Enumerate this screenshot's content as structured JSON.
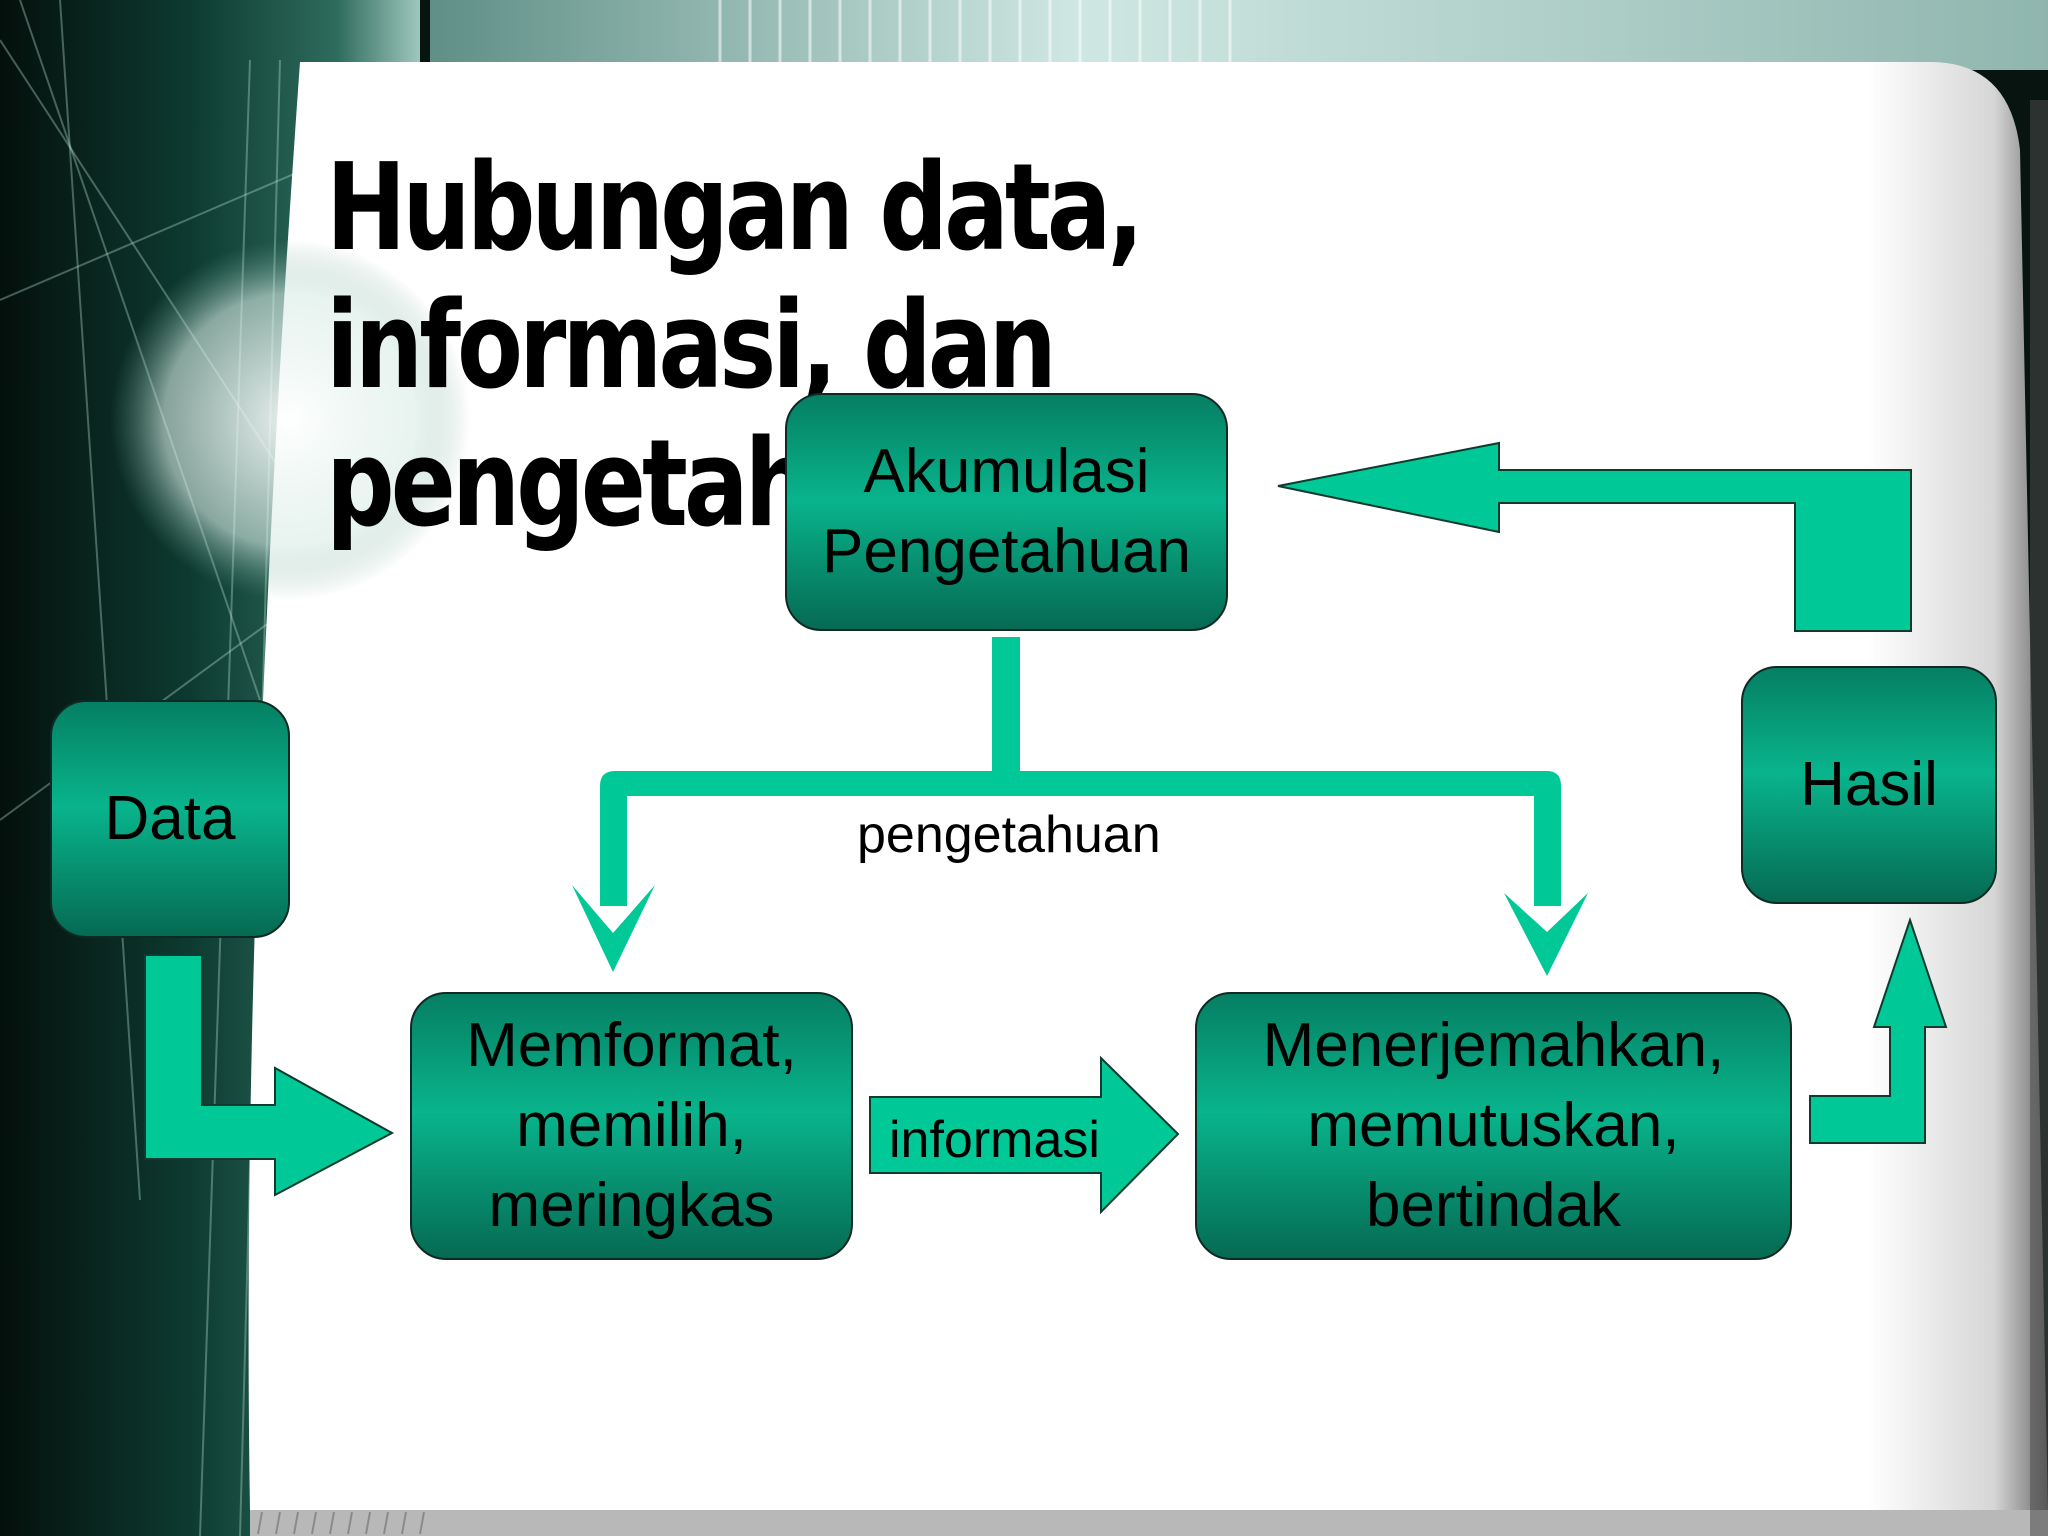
{
  "slide": {
    "title": "Hubungan data, informasi, dan pengetahuan"
  },
  "diagram": {
    "nodes": {
      "akumulasi": "Akumulasi\nPengetahuan",
      "data": "Data",
      "memformat": "Memformat,\nmemilih,\nmeringkas",
      "menerjemahkan": "Menerjemahkan,\nmemutuskan,\nbertindak",
      "hasil": "Hasil"
    },
    "edge_labels": {
      "pengetahuan": "pengetahuan",
      "informasi": "informasi"
    }
  },
  "colors": {
    "arrow_fill": "#00c896",
    "box_dark": "#066a53",
    "box_light": "#08b48c",
    "panel": "#ffffff"
  }
}
